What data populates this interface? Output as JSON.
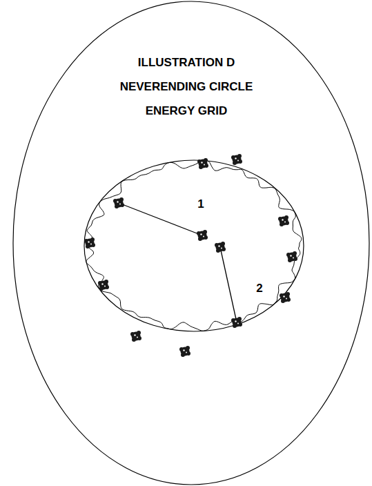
{
  "diagram": {
    "nodes": [
      {
        "text": [
          "ILLUSTRATION D",
          "NEVERENDING CIRCLE",
          "ENERGY GRID"
        ]
      }
    ],
    "labels": [
      "1",
      "2"
    ]
  }
}
